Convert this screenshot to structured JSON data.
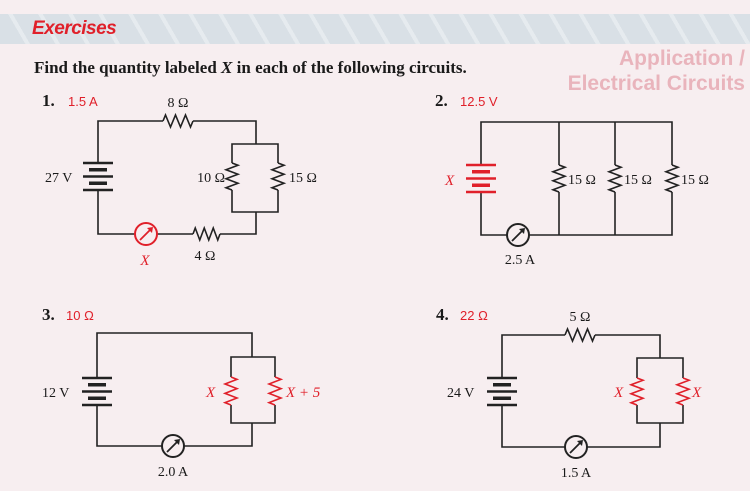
{
  "header": {
    "title": "Exercises",
    "background_text": "Application / Electrical Circuits"
  },
  "instruction": {
    "before": "Find the quantity labeled ",
    "var": "X",
    "after": " in each of the following circuits."
  },
  "colors": {
    "accent": "#e0202a",
    "ink": "#1a1a1a"
  },
  "problems": [
    {
      "number": "1.",
      "answer": "1.5 A",
      "battery": "27 V",
      "r_series_top": "8 Ω",
      "r_parallel_a": "10 Ω",
      "r_parallel_b": "15 Ω",
      "r_series_bottom": "4 Ω",
      "ammeter": "X"
    },
    {
      "number": "2.",
      "answer": "12.5 V",
      "battery": "X",
      "r1": "15 Ω",
      "r2": "15 Ω",
      "r3": "15 Ω",
      "ammeter": "2.5 A"
    },
    {
      "number": "3.",
      "answer": "10 Ω",
      "battery": "12 V",
      "r_parallel_a": "X",
      "r_parallel_b": "X + 5",
      "ammeter": "2.0 A"
    },
    {
      "number": "4.",
      "answer": "22 Ω",
      "battery": "24 V",
      "r_series_top": "5 Ω",
      "r_parallel_a": "X",
      "r_parallel_b": "X",
      "ammeter": "1.5 A"
    }
  ]
}
